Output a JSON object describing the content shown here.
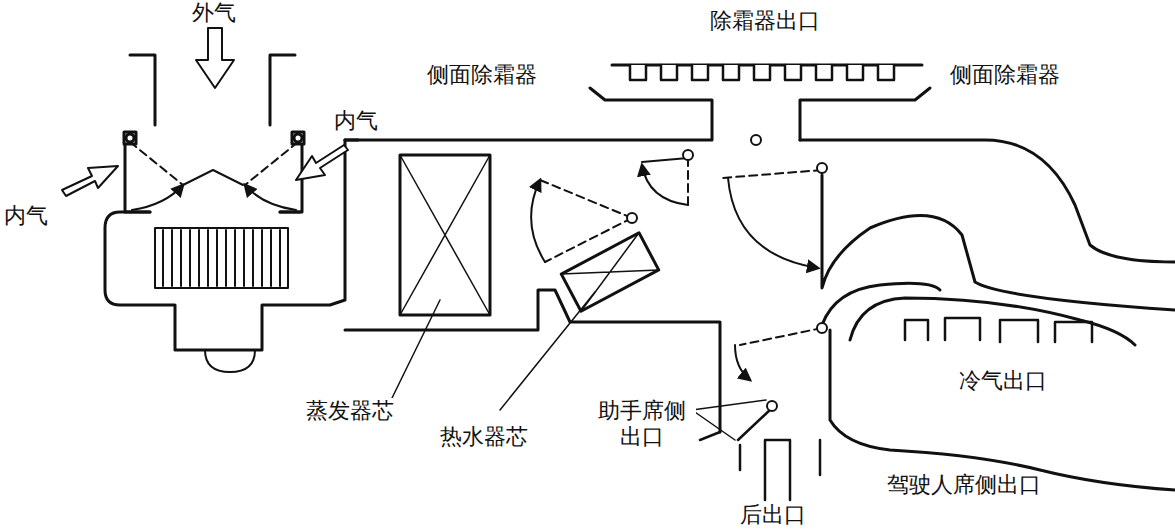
{
  "diagram": {
    "labels": [
      "外气",
      "内气",
      "内气",
      "除霜器出口",
      "侧面除霜器",
      "侧面除霜器",
      "蒸发器芯",
      "热水器芯",
      "助手席侧 出口",
      "冷气出口",
      "驾驶人席侧出口",
      "后出口"
    ]
  }
}
